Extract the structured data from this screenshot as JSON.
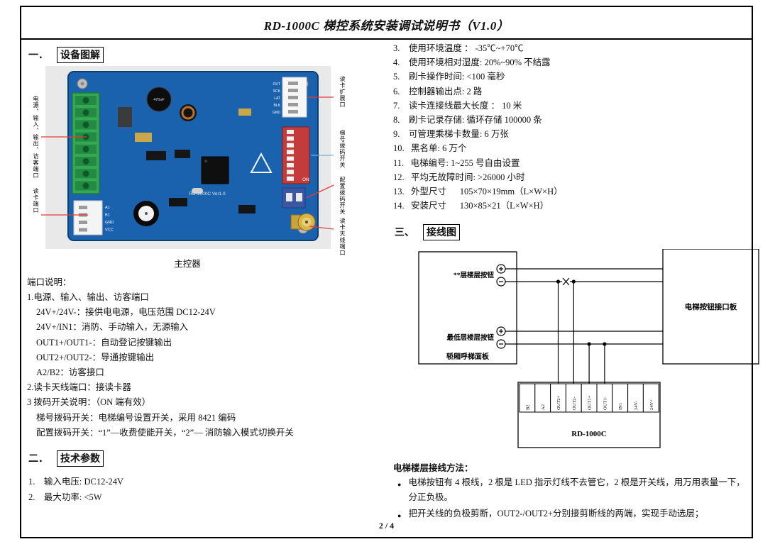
{
  "header": {
    "title": "RD-1000C 梯控系统安装调试说明书（V1.0）"
  },
  "footer": {
    "page_number": "2 / 4"
  },
  "left": {
    "section1": {
      "num": "一．",
      "title": "设备图解"
    },
    "figure": {
      "caption": "主控器",
      "labels": {
        "ports": "电源、输入、输出、访客端口",
        "reader": "读卡端口",
        "expansion": "读卡扩展口",
        "dip_elevator": "梯号拨码开关",
        "dip_config": "配置拨码开关",
        "antenna": "读卡天线端口"
      },
      "silkscreen": {
        "model": "RD-1000C Ver1.0",
        "cap": "470uF",
        "dip_on": "ON",
        "pins": [
          "OUT",
          "SCK",
          "LAT",
          "BLK",
          "GND"
        ],
        "reader_pins": [
          "A1",
          "B1",
          "GND",
          "VCC"
        ]
      }
    },
    "port_desc": {
      "title": "端口说明：",
      "lines": [
        "1.电源、输入、输出、访客端口",
        "24V+/24V-：接供电电源，电压范围 DC12-24V",
        "24V+/IN1：消防、手动输入，无源输入",
        "OUT1+/OUT1-：自动登记按键输出",
        "OUT2+/OUT2-：导通按键输出",
        "A2/B2：访客接口",
        "2.读卡天线端口：接读卡器",
        "3 拨码开关说明：（ON 端有效）",
        "梯号拨码开关：电梯编号设置开关，采用 8421 编码",
        "配置拨码开关：“1”—收费使能开关，“2”— 消防输入模式切换开关"
      ]
    },
    "section2": {
      "num": "二．",
      "title": "技术参数"
    },
    "params": [
      "1.    输入电压: DC12-24V",
      "2.    最大功率: <5W"
    ]
  },
  "right": {
    "params": [
      "3.    使用环境温度 ： -35℃~+70℃",
      "4.    使用环境相对湿度: 20%~90% 不结露",
      "5.    刷卡操作时间: <100 毫秒",
      "6.    控制器输出点: 2 路",
      "7.    读卡连接线最大长度 ： 10 米",
      "8.    刷卡记录存储: 循环存储 100000 条",
      "9.    可管理乘梯卡数量: 6 万张",
      "10.   黑名单: 6 万个",
      "11.   电梯编号: 1~255 号自由设置",
      "12.   平均无故障时间: >26000 小时",
      "13.   外型尺寸      105×70×19mm（L×W×H）",
      "14.   安装尺寸      130×85×21（L×W×H）"
    ],
    "section3": {
      "num": "三、",
      "title": "接线图"
    },
    "diagram": {
      "label_top_button": "**层楼层按钮",
      "label_bottom_button": "最低层楼层按钮",
      "label_panel": "轿厢呼梯面板",
      "label_interface": "电梯按钮接口板",
      "label_controller": "RD-1000C",
      "terminals": [
        "B2",
        "A2",
        "OUT2+",
        "OUT2-",
        "OUT1+",
        "OUT1-",
        "IN1",
        "24V-",
        "24V+"
      ]
    },
    "wiring": {
      "title": "电梯楼层接线方法：",
      "bullets": [
        "电梯按钮有 4 根线，2 根是 LED 指示灯线不去管它，2 根是开关线，用万用表量一下，分正负极。",
        "把开关线的负极剪断，OUT2-/OUT2+分别接剪断线的两端，实现手动选层；"
      ]
    }
  }
}
